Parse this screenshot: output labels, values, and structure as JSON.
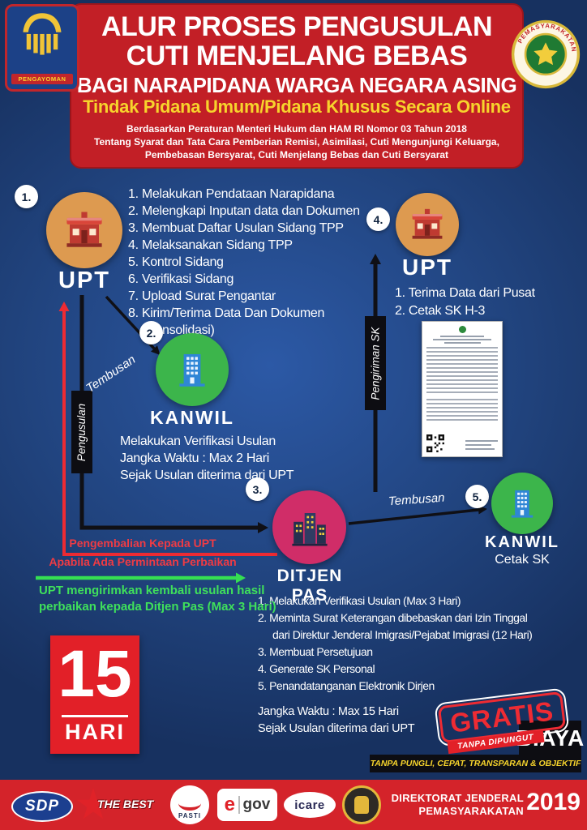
{
  "header": {
    "title_line1": "ALUR PROSES PENGUSULAN",
    "title_line2": "CUTI MENJELANG BEBAS",
    "title_line3": "BAGI NARAPIDANA WARGA NEGARA ASING",
    "title_line4": "Tindak Pidana Umum/Pidana Khusus Secara Online",
    "subtitle_line1": "Berdasarkan Peraturan Menteri Hukum dan HAM RI Nomor 03 Tahun 2018",
    "subtitle_line2": "Tentang Syarat dan Tata Cara Pemberian Remisi, Asimilasi, Cuti Mengunjungi Keluarga,",
    "subtitle_line3": "Pembebasan Bersyarat, Cuti Menjelang Bebas dan Cuti Bersyarat",
    "logo_left_label": "PENGAYOMAN",
    "logo_right_label": "PEMASYARAKATAN"
  },
  "flow": {
    "step1": {
      "number": "1.",
      "title": "UPT",
      "icon": "storefront-building-icon",
      "tasks": [
        "1. Melakukan Pendataan Narapidana",
        "2. Melengkapi Inputan data dan Dokumen",
        "3. Membuat Daftar Usulan Sidang TPP",
        "4. Melaksanakan Sidang TPP",
        "5. Kontrol Sidang",
        "6. Verifikasi Sidang",
        "7. Upload Surat Pengantar",
        "8. Kirim/Terima Data Dan Dokumen",
        "(Konsolidasi)"
      ]
    },
    "step2": {
      "number": "2.",
      "title": "KANWIL",
      "icon": "office-building-icon",
      "description": [
        "Melakukan Verifikasi Usulan",
        "Jangka Waktu : Max 2 Hari",
        "Sejak Usulan diterima dari UPT"
      ]
    },
    "step3": {
      "number": "3.",
      "title": "DITJEN PAS",
      "icon": "city-buildings-icon",
      "tasks": [
        "1. Melakukan Verifikasi Usulan (Max 3 Hari)",
        "2. Meminta Surat Keterangan dibebaskan  dari Izin Tinggal",
        "dari  Direktur Jenderal Imigrasi/Pejabat Imigrasi  (12 Hari)",
        "3. Membuat Persetujuan",
        "4. Generate SK Personal",
        "5. Penandatanganan Elektronik Dirjen"
      ],
      "duration": [
        "Jangka Waktu : Max 15 Hari",
        "Sejak Usulan diterima dari UPT"
      ]
    },
    "step4": {
      "number": "4.",
      "title": "UPT",
      "icon": "storefront-building-icon",
      "tasks": [
        "1. Terima Data dari Pusat",
        "2. Cetak SK H-3"
      ],
      "attachment": "sk-document-preview"
    },
    "step5": {
      "number": "5.",
      "title": "KANWIL",
      "icon": "office-building-icon",
      "subtitle": "Cetak SK"
    }
  },
  "arrows": {
    "tembusan_upt_kanwil": "Tembusan",
    "pengusulan": "Pengusulan",
    "pengiriman_sk": "Pengiriman SK",
    "tembusan_ditjen_kanwil": "Tembusan"
  },
  "notes": {
    "red_line1": "Pengembalian Kepada UPT",
    "red_line2": "Apabila Ada Permintaan Perbaikan",
    "green_line1": "UPT mengirimkan kembali usulan hasil",
    "green_line2": "perbaikan kepada Ditjen Pas (Max 3 Hari)"
  },
  "duration_badge": {
    "number": "15",
    "unit": "HARI"
  },
  "gratis": {
    "stamp": "GRATIS",
    "ribbon": "TANPA DIPUNGUT",
    "biaya": "BIAYA",
    "tagline": "TANPA PUNGLI, CEPAT, TRANSPARAN & OBJEKTIF"
  },
  "footer": {
    "logo_sdp": "SDP",
    "logo_wbs": "THE BEST",
    "logo_pasti": "PASTI",
    "logo_egov_e": "e",
    "logo_egov_gov": "gov",
    "logo_icare": "icare",
    "org_line1": "DIREKTORAT JENDERAL",
    "org_line2": "PEMASYARAKATAN",
    "year": "2019"
  },
  "colors": {
    "background_blue": "#21447f",
    "header_red": "#c21f26",
    "accent_yellow": "#f7d42c",
    "step_orange": "#dd9a50",
    "step_green": "#3cb54b",
    "step_pink": "#d02d68",
    "arrow_black": "#101015",
    "arrow_red": "#ee2b33",
    "arrow_green": "#35df52",
    "footer_red": "#d4232a"
  }
}
